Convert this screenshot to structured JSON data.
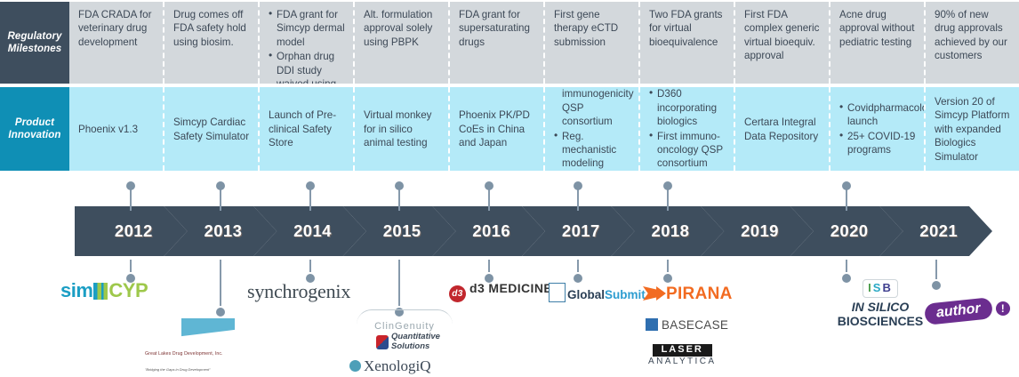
{
  "rows": {
    "regulatory": {
      "label": "Regulatory Milestones",
      "cells": [
        {
          "items": [
            "FDA CRADA for veterinary drug development"
          ],
          "bulleted": false
        },
        {
          "items": [
            "Drug comes off FDA safety hold using biosim."
          ],
          "bulleted": false
        },
        {
          "items": [
            "FDA grant for Simcyp dermal model",
            "Orphan drug DDI study waived using biosim."
          ],
          "bulleted": true
        },
        {
          "items": [
            "Alt. formulation approval solely using PBPK"
          ],
          "bulleted": false
        },
        {
          "items": [
            "FDA grant for supersaturating drugs"
          ],
          "bulleted": false
        },
        {
          "items": [
            "First gene therapy eCTD submission"
          ],
          "bulleted": false
        },
        {
          "items": [
            "Two FDA grants for virtual bioequivalence"
          ],
          "bulleted": false
        },
        {
          "items": [
            "First FDA complex generic virtual bioequiv. approval"
          ],
          "bulleted": false
        },
        {
          "items": [
            "Acne drug approval without pediatric testing"
          ],
          "bulleted": false
        },
        {
          "items": [
            "90% of new drug approvals achieved by our customers"
          ],
          "bulleted": false
        }
      ]
    },
    "product": {
      "label": "Product Innovation",
      "cells": [
        {
          "items": [
            "Phoenix v1.3"
          ],
          "bulleted": false
        },
        {
          "items": [
            "Simcyp Cardiac Safety Simulator"
          ],
          "bulleted": false
        },
        {
          "items": [
            "Launch of Pre-clinical Safety Store"
          ],
          "bulleted": false
        },
        {
          "items": [
            "Virtual monkey for in silico animal testing"
          ],
          "bulleted": false
        },
        {
          "items": [
            "Phoenix PK/PD CoEs in China and Japan"
          ],
          "bulleted": false
        },
        {
          "items": [
            "First immunogenicity QSP consortium",
            "Reg. mechanistic modeling workshops"
          ],
          "bulleted": true
        },
        {
          "items": [
            "D360 incorporating biologics",
            "First immuno-oncology QSP consortium"
          ],
          "bulleted": true
        },
        {
          "items": [
            "Certara Integral Data Repository"
          ],
          "bulleted": false
        },
        {
          "items": [
            "Covidpharmacology.com launch",
            "25+ COVID-19 programs"
          ],
          "bulleted": true
        },
        {
          "items": [
            "Version 20 of Simcyp Platform with expanded Biologics Simulator"
          ],
          "bulleted": false
        }
      ]
    }
  },
  "timeline": {
    "years": [
      "2012",
      "2013",
      "2014",
      "2015",
      "2016",
      "2017",
      "2018",
      "2019",
      "2020",
      "2021"
    ]
  },
  "logos": [
    {
      "name": "simcyp",
      "text_a": "sim",
      "text_b": "CYP"
    },
    {
      "name": "great-lakes-drug-development",
      "line1": "Great Lakes Drug Development, Inc.",
      "line2": "\"Bridging the Gaps in Drug Development\""
    },
    {
      "name": "synchrogenix",
      "text": "synchrogenix"
    },
    {
      "name": "clingenuity",
      "text": "ClinGenuity"
    },
    {
      "name": "quantitative-solutions",
      "line1": "Quantitative",
      "line2": "Solutions"
    },
    {
      "name": "xenologiq",
      "text": "XenologiQ"
    },
    {
      "name": "d3-medicine",
      "mark": "d3",
      "text": "d3 MEDICINE"
    },
    {
      "name": "globalsubmit",
      "text_a": "Global",
      "text_b": "Submit"
    },
    {
      "name": "pirana",
      "text": "PIRANA"
    },
    {
      "name": "basecase",
      "text": "BASECASE"
    },
    {
      "name": "laser-analytica",
      "line1": "LASER",
      "line2": "ANALYTICA"
    },
    {
      "name": "in-silico-biosciences",
      "mark_i": "I",
      "mark_s": "S",
      "mark_b": "B",
      "line1": "IN SILICO",
      "line2": "BIOSCIENCES"
    },
    {
      "name": "author",
      "text": "author",
      "bang": "!"
    }
  ],
  "colors": {
    "header_dark": "#3e4e5e",
    "header_teal": "#0f8fb5",
    "row_regulatory_bg": "#d3d8dc",
    "row_product_bg": "#b4eaf8",
    "chevron": "#3e4e5e",
    "dot": "#7e93a5"
  }
}
